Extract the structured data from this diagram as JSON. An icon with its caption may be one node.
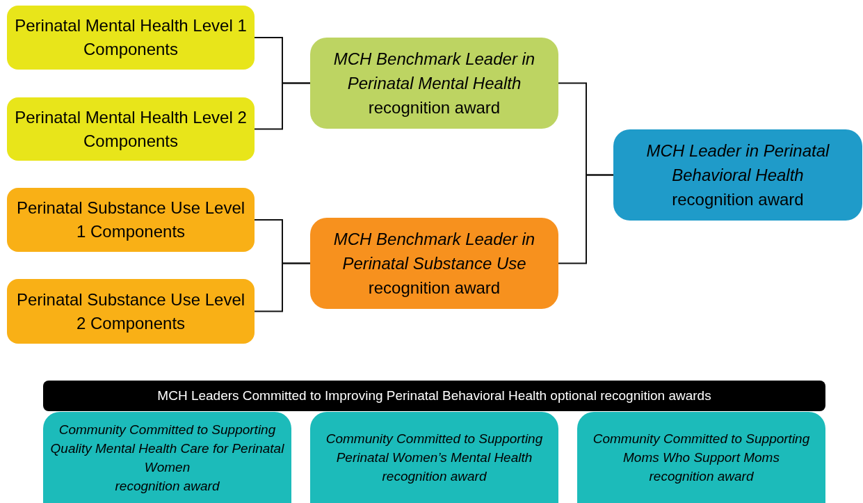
{
  "diagram": {
    "nodes": [
      {
        "text": [
          "Perinatal Mental Health Level 1 Components"
        ]
      },
      {
        "text": [
          "Perinatal Mental Health Level 2 Components"
        ]
      },
      {
        "text": [
          "Perinatal Substance Use Level 1 Components"
        ]
      },
      {
        "text": [
          "Perinatal Substance Use Level 2 Components"
        ]
      },
      {
        "text": [
          "MCH Benchmark Leader in Perinatal Mental Health",
          "recognition award"
        ]
      },
      {
        "text": [
          "MCH Benchmark Leader in Perinatal Substance Use",
          "recognition award"
        ]
      },
      {
        "text": [
          "MCH Leader in Perinatal Behavioral Health",
          "recognition award"
        ]
      },
      {
        "text": [
          "MCH Leaders Committed to Improving Perinatal Behavioral Health optional recognition awards"
        ]
      },
      {
        "text": [
          "Community Committed to Supporting Quality Mental Health Care for Perinatal Women",
          "recognition award"
        ]
      },
      {
        "text": [
          "Community Committed to Supporting Perinatal Women’s Mental Health",
          "recognition award"
        ]
      },
      {
        "text": [
          "Community Committed to Supporting Moms Who Support Moms",
          "recognition award"
        ]
      }
    ],
    "edges": [
      {
        "from": 0,
        "to": 4,
        "arrow": "none"
      },
      {
        "from": 1,
        "to": 4,
        "arrow": "none"
      },
      {
        "from": 2,
        "to": 5,
        "arrow": "none"
      },
      {
        "from": 3,
        "to": 5,
        "arrow": "none"
      },
      {
        "from": 4,
        "to": 6,
        "arrow": "none"
      },
      {
        "from": 5,
        "to": 6,
        "arrow": "none"
      }
    ]
  }
}
